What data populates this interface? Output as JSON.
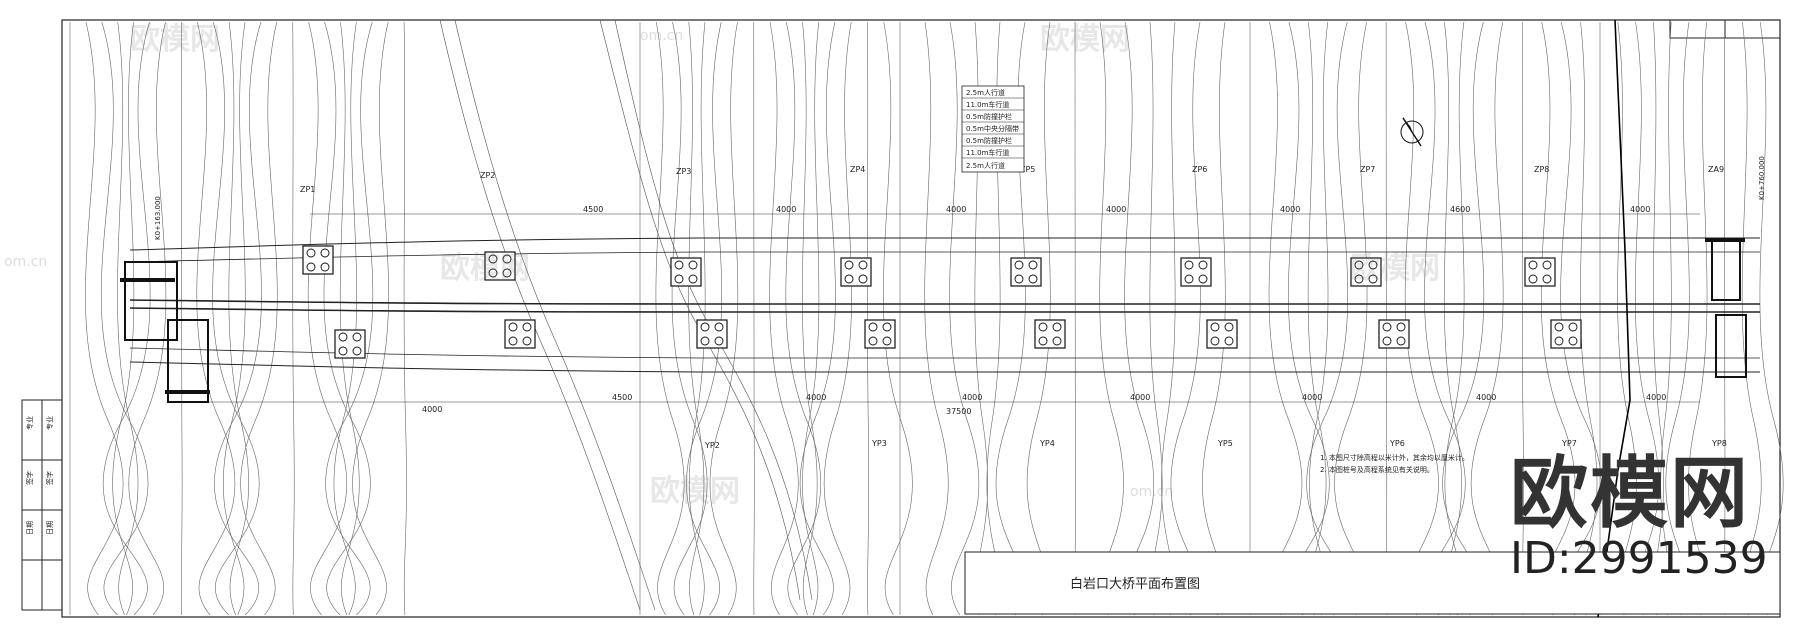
{
  "drawing": {
    "title": "白岩口大桥平面布置图",
    "watermark": {
      "brand": "欧模网",
      "id_text": "ID:2991539",
      "url": "om.cn"
    },
    "dimensions": {
      "top": [
        "4500",
        "4000",
        "4000",
        "4000",
        "4000",
        "4600",
        "4000"
      ],
      "bottom": [
        "4000",
        "4500",
        "4000",
        "4000",
        "4000",
        "4000",
        "4000",
        "4000"
      ],
      "total_bottom": "37500"
    },
    "piers_top": [
      "ZP1",
      "ZP2",
      "ZP3",
      "ZP4",
      "ZP5",
      "ZP6",
      "ZP7",
      "ZP8",
      "ZA9"
    ],
    "piers_bottom": [
      "YP2",
      "YP3",
      "YP4",
      "YP5",
      "YP6",
      "YP7",
      "YP8"
    ],
    "section_legend": [
      "2.5m人行道",
      "11.0m车行道",
      "0.5m防撞护栏",
      "0.5m中央分隔带",
      "0.5m防撞护栏",
      "11.0m车行道",
      "2.5m人行道"
    ],
    "notes": [
      "1. 本图尺寸除高程以米计外，其余均以厘米计。",
      "2. 本图桩号及高程系统见有关说明。"
    ],
    "station_labels": {
      "start_top": "K0+163.000",
      "end_right": "K0+760.000"
    },
    "sidebar_cells": [
      "专业",
      "专业",
      "签字",
      "签字",
      "日期",
      "日期"
    ]
  }
}
